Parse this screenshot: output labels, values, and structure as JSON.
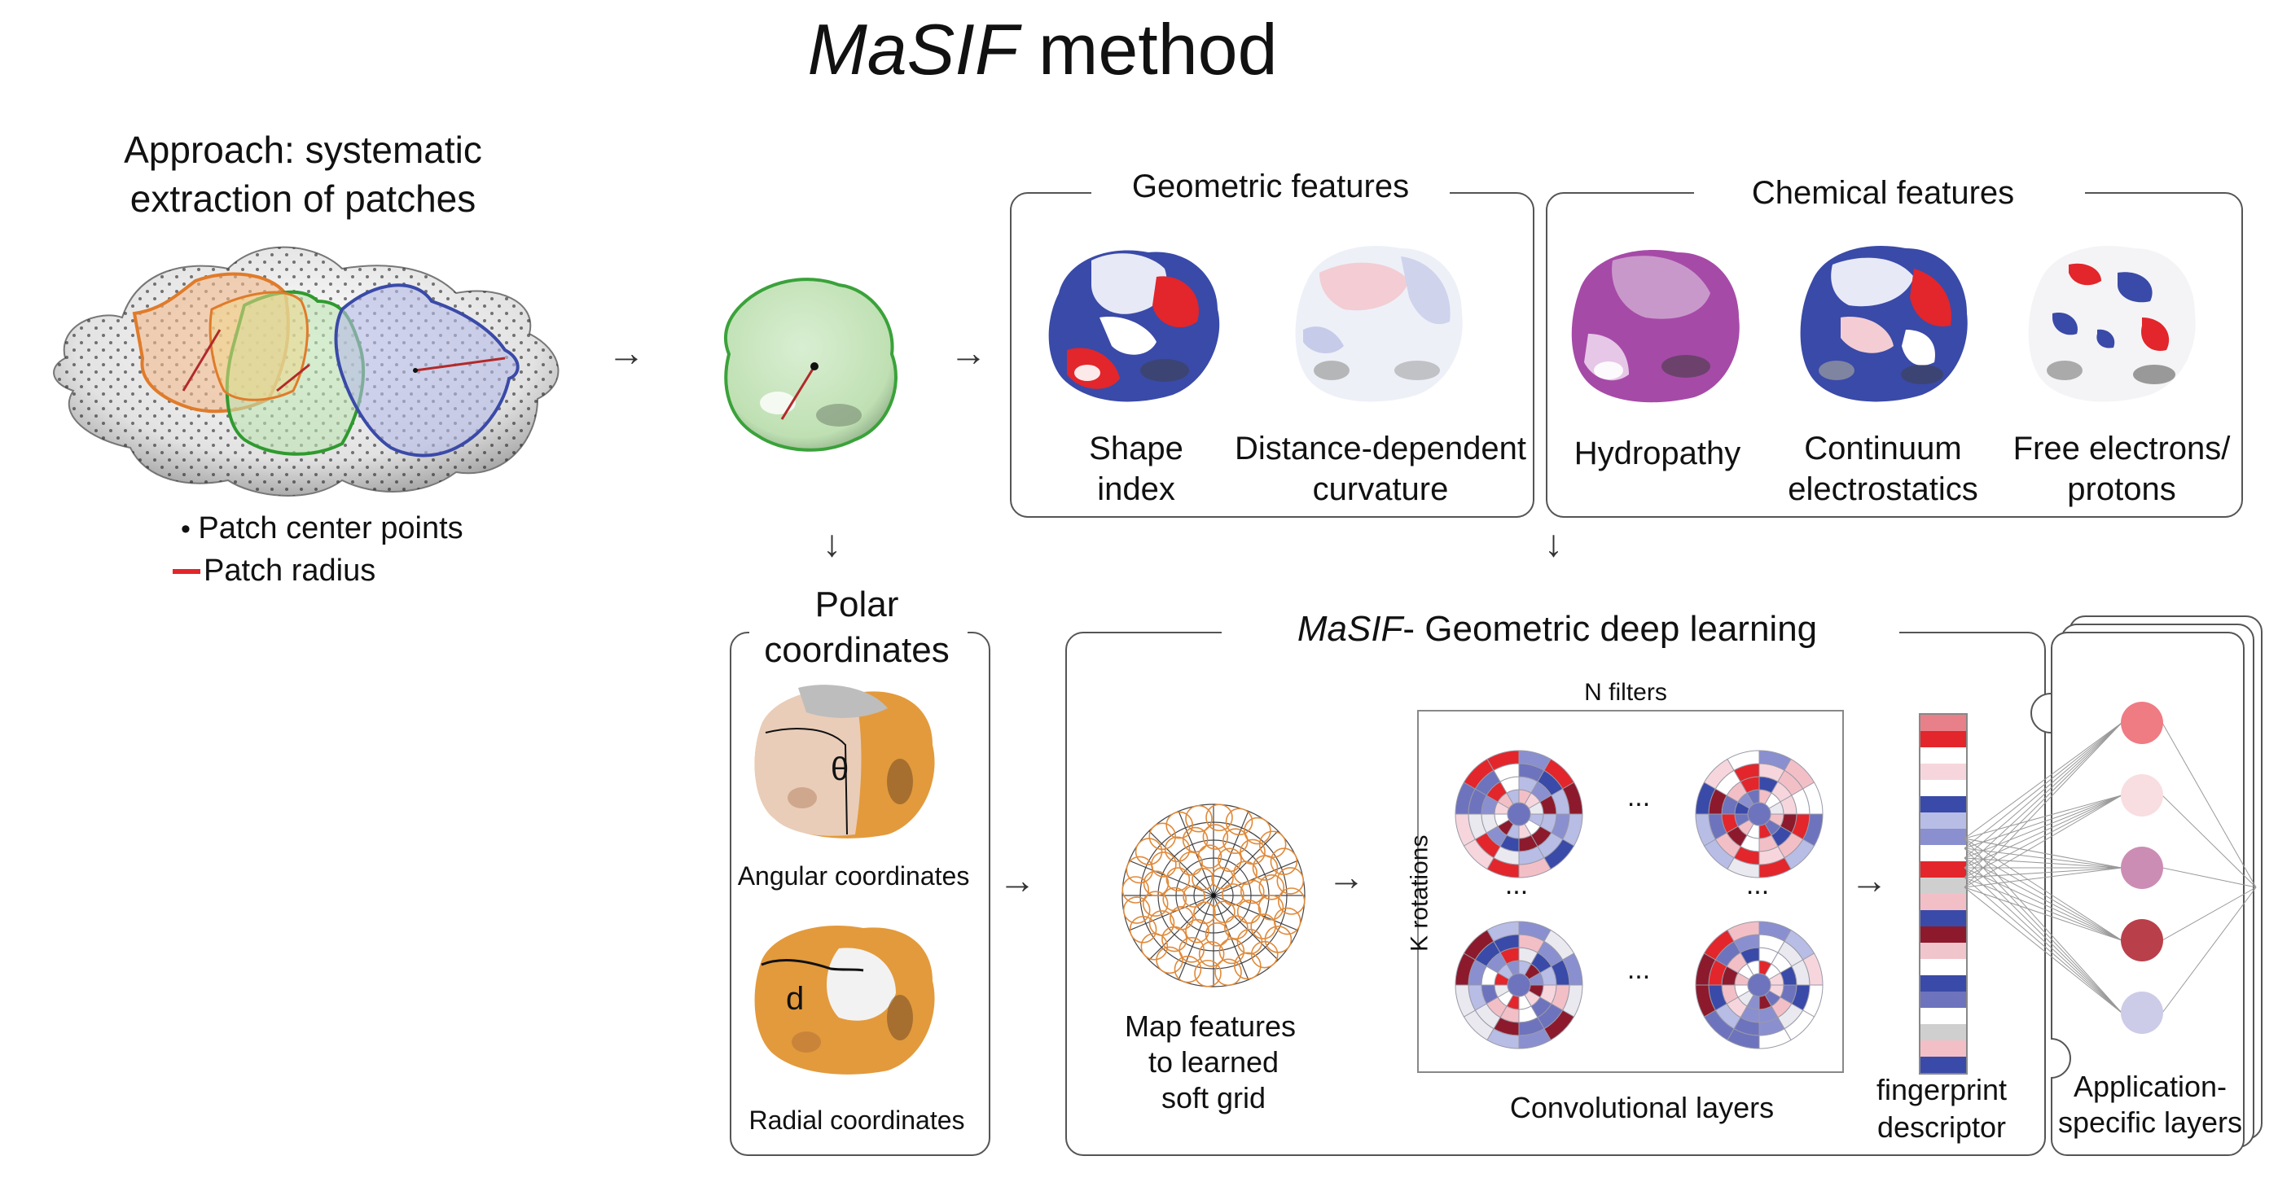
{
  "title": {
    "italic": "MaSIF",
    "rest": " method"
  },
  "approach": {
    "line1": "Approach: systematic",
    "line2": "extraction of patches"
  },
  "legend": {
    "center_points": "Patch center points",
    "radius": "Patch radius"
  },
  "geometric": {
    "title": "Geometric features",
    "items": [
      {
        "line1": "Shape",
        "line2": "index"
      },
      {
        "line1": "Distance-dependent",
        "line2": "curvature"
      }
    ]
  },
  "chemical": {
    "title": "Chemical features",
    "items": [
      {
        "line1": "Hydropathy",
        "line2": ""
      },
      {
        "line1": "Continuum",
        "line2": "electrostatics"
      },
      {
        "line1": "Free electrons/",
        "line2": "protons"
      }
    ]
  },
  "polar": {
    "title_line1": "Polar",
    "title_line2": "coordinates",
    "angular": "Angular coordinates",
    "radial": "Radial coordinates",
    "theta": "θ",
    "d": "d"
  },
  "masif": {
    "title_italic": "MaSIF",
    "title_rest": "- Geometric deep learning",
    "map_line1": "Map features",
    "map_line2": "to learned",
    "map_line3": "soft grid",
    "n_filters": "N filters",
    "k_rotations": "K rotations",
    "ellipsis": "...",
    "conv_layers": "Convolutional layers",
    "fingerprint_line1": "fingerprint",
    "fingerprint_line2": "descriptor"
  },
  "application": {
    "line1": "Application-",
    "line2": "specific layers"
  },
  "colors": {
    "blue": "#3a4aa8",
    "red": "#e2262b",
    "green": "#4aa84a",
    "orange": "#e08a3a",
    "purple": "#a64aa8",
    "tan": "#e39a3c"
  },
  "fingerprint_colors": [
    "#e8808a",
    "#e2262b",
    "#ffffff",
    "#f6d6dc",
    "#ffffff",
    "#3a4aa8",
    "#b8bde6",
    "#8a8fcf",
    "#ffffff",
    "#e2262b",
    "#cfcfcf",
    "#f3bfc6",
    "#3a4aa8",
    "#8c1a2c",
    "#f0c6cc",
    "#ffffff",
    "#3a4aa8",
    "#6e73bd",
    "#ffffff",
    "#cfcfcf",
    "#f3bfc6",
    "#3a4aa8"
  ],
  "nodes": [
    "#ef7b83",
    "#f8dde1",
    "#cc8db4",
    "#b9404a",
    "#cccbe8"
  ]
}
